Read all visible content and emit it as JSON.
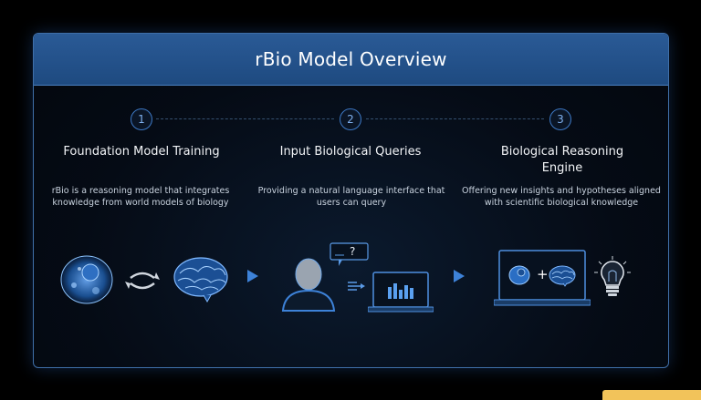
{
  "title": "rBio Model Overview",
  "steps": [
    {
      "number": "1",
      "title": "Foundation Model Training",
      "description": "rBio is a reasoning model that integrates knowledge from world models of biology"
    },
    {
      "number": "2",
      "title": "Input Biological Queries",
      "description": "Providing a natural language interface that users can query"
    },
    {
      "number": "3",
      "title": "Biological Reasoning Engine",
      "description": "Offering new insights and hypotheses aligned with scientific biological knowledge"
    }
  ],
  "query_bubble_text": "?",
  "plus_symbol": "+",
  "icons": {
    "step1": [
      "cell-icon",
      "cycle-arrows-icon",
      "brain-icon"
    ],
    "step2": [
      "user-silhouette-icon",
      "question-bubble-icon",
      "data-flow-icon",
      "bar-chart-laptop-icon"
    ],
    "step3": [
      "laptop-icon",
      "cell-icon",
      "plus-icon",
      "brain-icon",
      "lightbulb-icon"
    ],
    "connectors": [
      "arrow-right-icon",
      "arrow-right-icon"
    ]
  },
  "colors": {
    "background": "#000000",
    "panel_border": "#3f6fa8",
    "header": "#2a5a96",
    "accent": "#3d78c4",
    "icon_glow": "#4a90e2"
  }
}
